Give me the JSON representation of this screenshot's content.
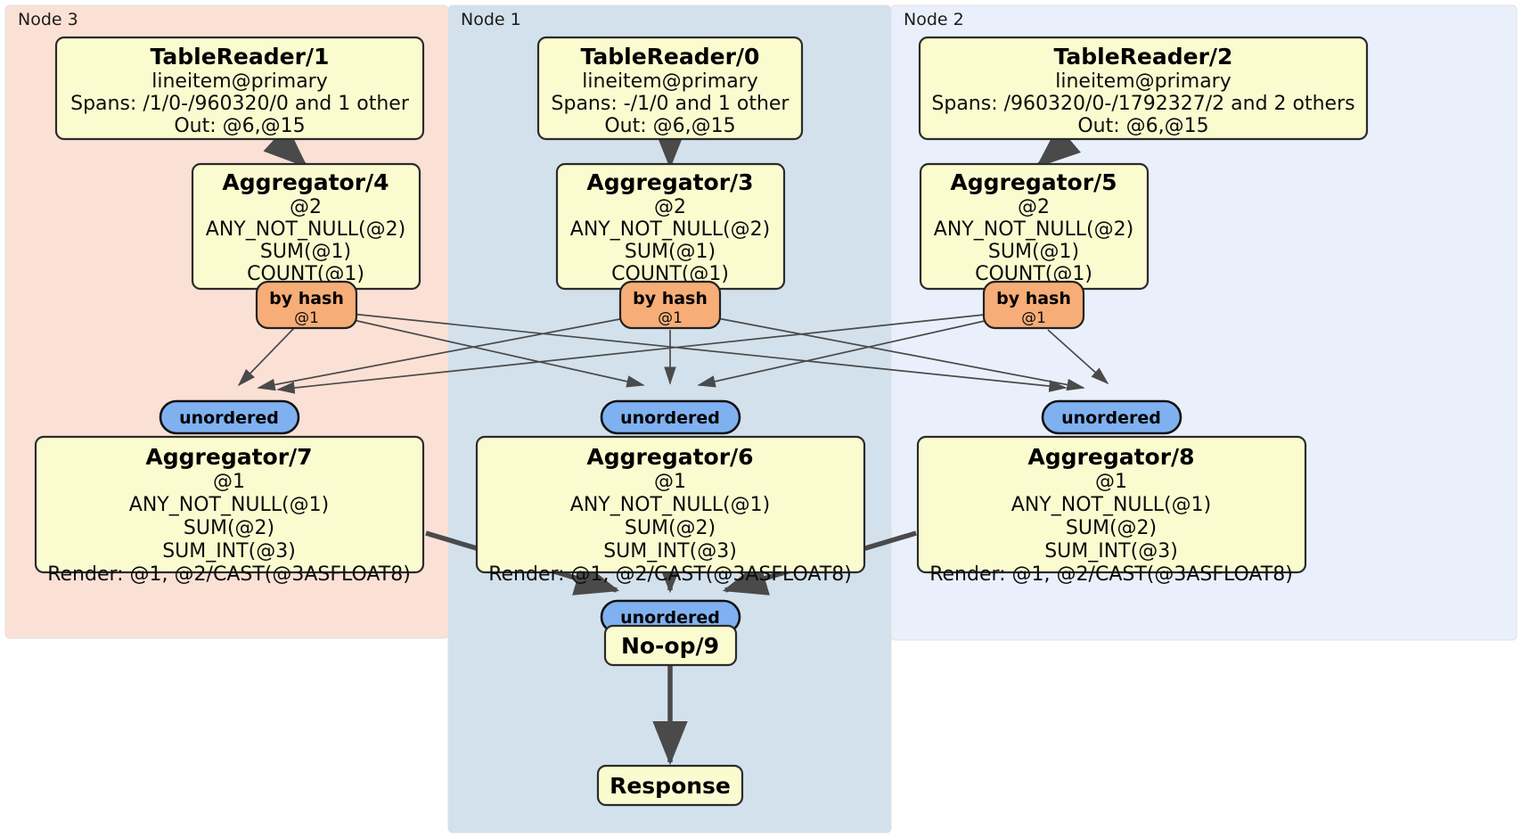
{
  "diagram": {
    "type": "distributed-query-plan",
    "nodes": [
      {
        "id": "node3",
        "label": "Node 3",
        "color": "#fbe1d5"
      },
      {
        "id": "node1",
        "label": "Node 1",
        "color": "#d2e1ec"
      },
      {
        "id": "node2",
        "label": "Node 2",
        "color": "#eaf0fb"
      }
    ],
    "processors": {
      "table_reader_1": {
        "title": "TableReader/1",
        "lines": [
          "lineitem@primary",
          "Spans: /1/0-/960320/0 and 1 other",
          "Out: @6,@15"
        ]
      },
      "table_reader_0": {
        "title": "TableReader/0",
        "lines": [
          "lineitem@primary",
          "Spans: -/1/0 and 1 other",
          "Out: @6,@15"
        ]
      },
      "table_reader_2": {
        "title": "TableReader/2",
        "lines": [
          "lineitem@primary",
          "Spans: /960320/0-/1792327/2 and 2 others",
          "Out: @6,@15"
        ]
      },
      "aggregator_4": {
        "title": "Aggregator/4",
        "lines": [
          "@2",
          "ANY_NOT_NULL(@2)",
          "SUM(@1)",
          "COUNT(@1)"
        ]
      },
      "aggregator_3": {
        "title": "Aggregator/3",
        "lines": [
          "@2",
          "ANY_NOT_NULL(@2)",
          "SUM(@1)",
          "COUNT(@1)"
        ]
      },
      "aggregator_5": {
        "title": "Aggregator/5",
        "lines": [
          "@2",
          "ANY_NOT_NULL(@2)",
          "SUM(@1)",
          "COUNT(@1)"
        ]
      },
      "aggregator_7": {
        "title": "Aggregator/7",
        "lines": [
          "@1",
          "ANY_NOT_NULL(@1)",
          "SUM(@2)",
          "SUM_INT(@3)",
          "Render: @1, @2/CAST(@3ASFLOAT8)"
        ]
      },
      "aggregator_6": {
        "title": "Aggregator/6",
        "lines": [
          "@1",
          "ANY_NOT_NULL(@1)",
          "SUM(@2)",
          "SUM_INT(@3)",
          "Render: @1, @2/CAST(@3ASFLOAT8)"
        ]
      },
      "aggregator_8": {
        "title": "Aggregator/8",
        "lines": [
          "@1",
          "ANY_NOT_NULL(@1)",
          "SUM(@2)",
          "SUM_INT(@3)",
          "Render: @1, @2/CAST(@3ASFLOAT8)"
        ]
      },
      "noop_9": {
        "title": "No-op/9",
        "lines": []
      },
      "response": {
        "title": "Response",
        "lines": []
      }
    },
    "routers": {
      "by_hash_left": {
        "label": "by hash",
        "sub": "@1"
      },
      "by_hash_center": {
        "label": "by hash",
        "sub": "@1"
      },
      "by_hash_right": {
        "label": "by hash",
        "sub": "@1"
      }
    },
    "synchronizers": {
      "unordered_left": {
        "label": "unordered"
      },
      "unordered_center": {
        "label": "unordered"
      },
      "unordered_right": {
        "label": "unordered"
      },
      "unordered_final": {
        "label": "unordered"
      }
    },
    "colors": {
      "processor_fill": "#fbfbd0",
      "router_fill": "#f7ad77",
      "synchronizer_fill": "#7fb1f0",
      "node3_panel": "#fbe1d5",
      "node1_panel": "#d2e1ec",
      "node2_panel": "#eaf0fb",
      "edge": "#4a4a4a"
    }
  }
}
